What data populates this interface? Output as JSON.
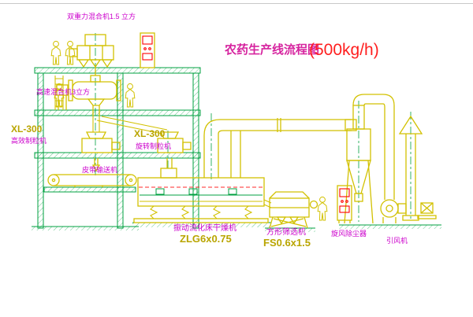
{
  "page": {
    "background": "#ffffff"
  },
  "title": {
    "text": "农药生产线流程图",
    "capacity": "(500kg/h)"
  },
  "equipment_labels": {
    "gravity_mixer": "双重力混合机1.5 立方",
    "high_speed_mixer": "高速混合机3立方",
    "granulator_left": {
      "model": "XL-300",
      "name": "高效制粒机"
    },
    "granulator_right": {
      "model": "XL-300",
      "name": "旋转制粒机"
    },
    "belt_conveyor": "皮带输送机",
    "fluid_bed_dryer": {
      "name": "振动流化床干燥机",
      "model": "ZLG6x0.75"
    },
    "square_sieve": {
      "name": "方形筛选机",
      "model": "FS0.6x1.5"
    },
    "cyclone_dust_collector": "旋风除尘器",
    "induced_draft_fan": "引风机"
  },
  "colors": {
    "equipment_yellow": "#d2c100",
    "structure_green": "#00a040",
    "label_magenta": "#cc00cc",
    "title_red": "#ff1f1f",
    "accent_red": "#ff0000"
  }
}
